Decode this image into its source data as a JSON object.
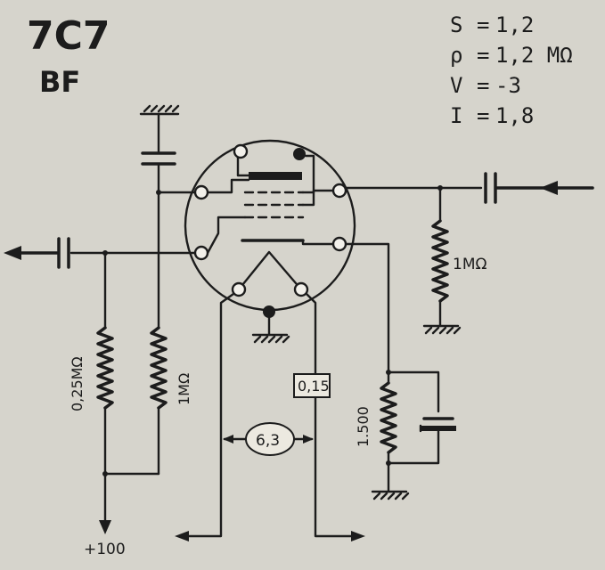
{
  "tube": {
    "name": "7C7",
    "application": "BF"
  },
  "parameters": [
    {
      "symbol": "S",
      "sep": "=",
      "value": "1,2"
    },
    {
      "symbol": "ρ",
      "sep": "=",
      "value": "1,2 MΩ"
    },
    {
      "symbol": "V",
      "sep": "=",
      "value": "-3"
    },
    {
      "symbol": "I",
      "sep": "=",
      "value": "1,8"
    }
  ],
  "components": {
    "grid_resistor": "1MΩ",
    "plate_resistor": "0,25MΩ",
    "screen_resistor": "1MΩ",
    "cathode_resistor": "1.500",
    "heater_current": "0,15",
    "heater_voltage": "6,3",
    "supply": "+100"
  }
}
